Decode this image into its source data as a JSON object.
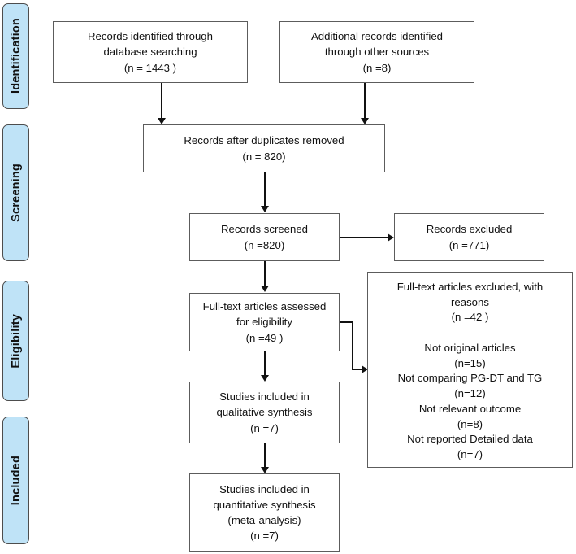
{
  "figure": {
    "type": "prisma-flow-diagram",
    "title": "PRISMA study selection flow diagram",
    "accent_color": "#bfe3f7",
    "box_border_color": "#5c5c5c",
    "connector_color": "#111111",
    "background_color": "#ffffff"
  },
  "stages": [
    {
      "id": "identification",
      "label": "Identification"
    },
    {
      "id": "screening",
      "label": "Screening"
    },
    {
      "id": "eligibility",
      "label": "Eligibility"
    },
    {
      "id": "included",
      "label": "Included"
    }
  ],
  "nodes": {
    "records_database": {
      "text": "Records identified through\ndatabase searching\n(n =  1443 )",
      "count": 1443
    },
    "records_other_sources": {
      "text": "Additional records identified\nthrough other sources\n(n =8)",
      "count": 8
    },
    "records_after_duplicates": {
      "text": "Records after duplicates removed\n(n = 820)",
      "count": 820
    },
    "records_screened": {
      "text": "Records screened\n(n =820)",
      "count": 820
    },
    "records_excluded": {
      "text": "Records excluded\n(n =771)",
      "count": 771
    },
    "fulltext_assessed": {
      "text": "Full-text articles assessed\nfor eligibility\n(n =49 )",
      "count": 49
    },
    "fulltext_excluded_reasons": {
      "text": "Full-text articles excluded, with\nreasons\n(n =42 )\n\nNot  original articles\n(n=15)\nNot comparing PG-DT and TG\n(n=12)\nNot relevant outcome\n(n=8)\nNot reported Detailed data\n(n=7)",
      "count": 42,
      "reasons": [
        {
          "label": "Not  original articles",
          "count": 15,
          "count_text": "(n=15)"
        },
        {
          "label": "Not comparing PG-DT and TG",
          "count": 12,
          "count_text": "(n=12)"
        },
        {
          "label": "Not relevant outcome",
          "count": 8,
          "count_text": "(n=8)"
        },
        {
          "label": "Not reported Detailed data",
          "count": 7,
          "count_text": "(n=7)"
        }
      ]
    },
    "qualitative_synthesis": {
      "text": "Studies included in\nqualitative synthesis\n(n =7)",
      "count": 7
    },
    "quantitative_synthesis": {
      "text": "Studies included in\nquantitative synthesis\n(meta-analysis)\n(n =7)",
      "count": 7
    }
  }
}
